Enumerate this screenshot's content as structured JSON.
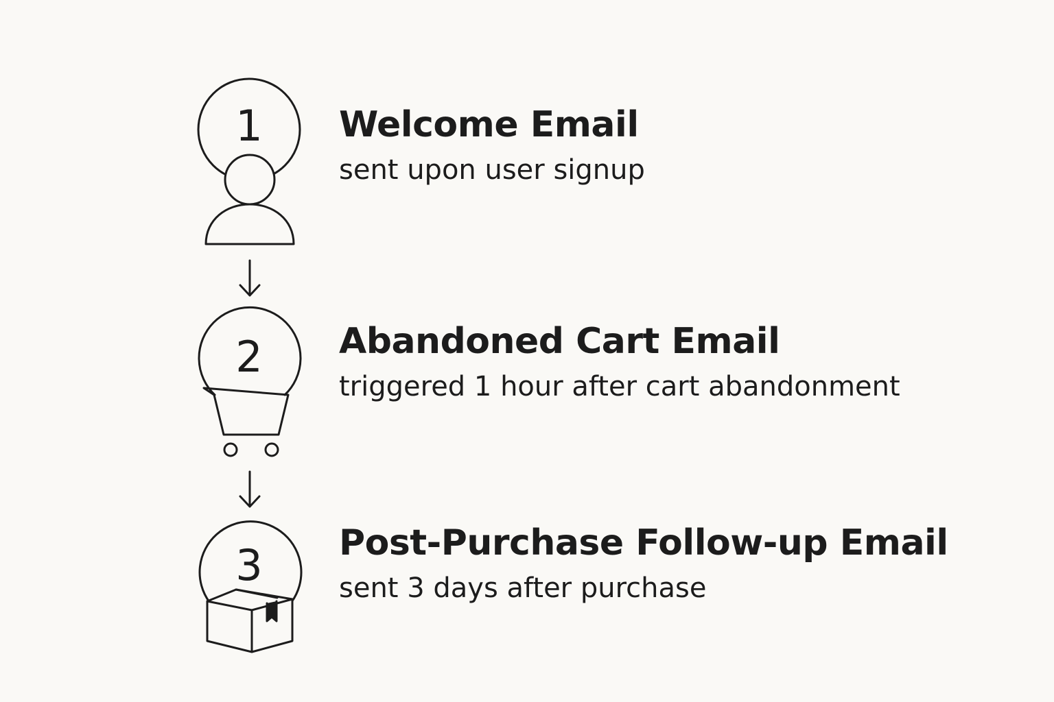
{
  "steps": [
    {
      "number": "1",
      "title": "Welcome Email",
      "description": "sent upon user signup",
      "icon": "user-icon"
    },
    {
      "number": "2",
      "title": "Abandoned Cart Email",
      "description": "triggered 1 hour after cart abandonment",
      "icon": "shopping-cart-icon"
    },
    {
      "number": "3",
      "title": "Post-Purchase Follow-up Email",
      "description": "sent 3 days after purchase",
      "icon": "package-box-icon"
    }
  ],
  "connectors": [
    "arrow-down-icon",
    "arrow-down-icon"
  ],
  "colors": {
    "background": "#faf9f6",
    "ink": "#1c1c1c"
  }
}
